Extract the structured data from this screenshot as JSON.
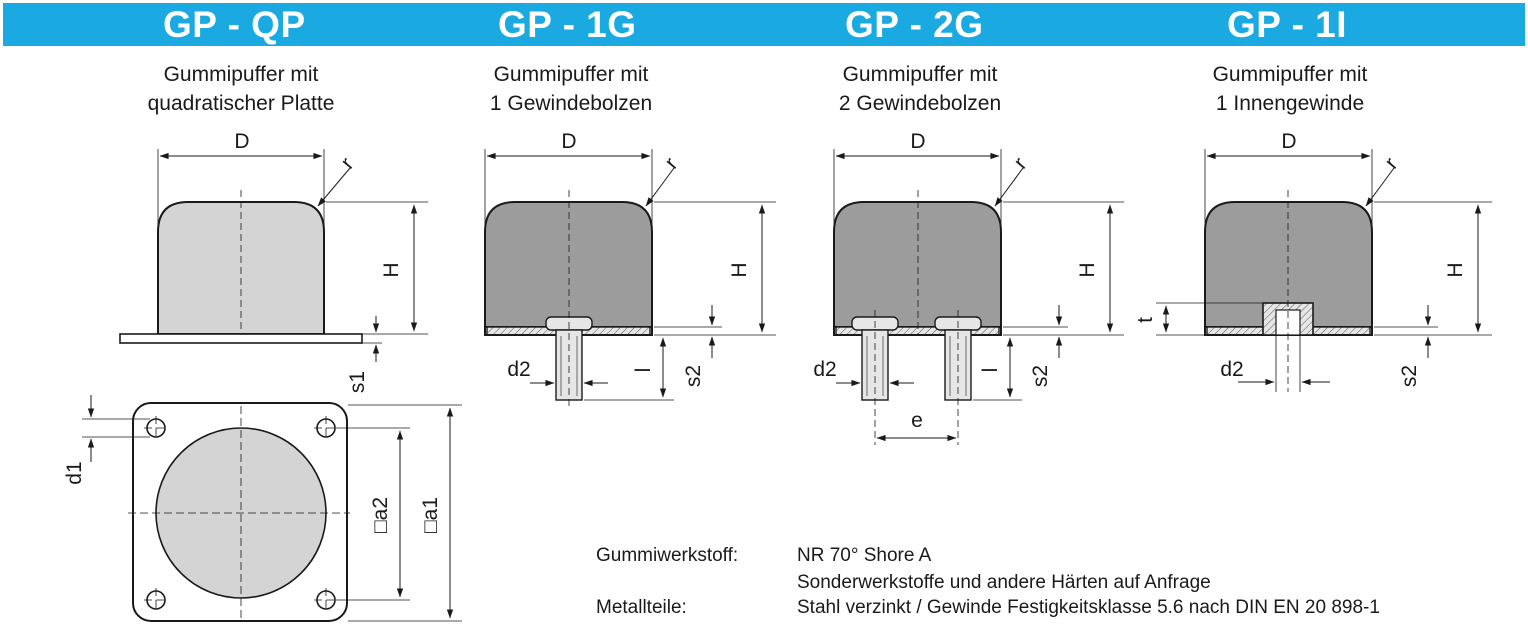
{
  "variants": [
    {
      "code": "GP - QP",
      "desc1": "Gummipuffer mit",
      "desc2": "quadratischer Platte"
    },
    {
      "code": "GP - 1G",
      "desc1": "Gummipuffer mit",
      "desc2": "1 Gewindebolzen"
    },
    {
      "code": "GP - 2G",
      "desc1": "Gummipuffer mit",
      "desc2": "2 Gewindebolzen"
    },
    {
      "code": "GP - 1I",
      "desc1": "Gummipuffer mit",
      "desc2": "1 Innengewinde"
    }
  ],
  "dimension_labels": {
    "D": "D",
    "H": "H",
    "r": "r",
    "s1": "s1",
    "s2": "s2",
    "d1": "d1",
    "d2": "d2",
    "a1": "□a1",
    "a2": "□a2",
    "l": "l",
    "e": "e",
    "t": "t"
  },
  "materials": {
    "rubber_label": "Gummiwerkstoff:",
    "rubber_value": "NR 70° Shore A",
    "rubber_note": "Sonderwerkstoffe und andere Härten auf Anfrage",
    "metal_label": "Metallteile:",
    "metal_value": "Stahl verzinkt / Gewinde Festigkeitsklasse 5.6 nach DIN EN 20 898-1"
  },
  "colors": {
    "header_bg": "#1aa9e1",
    "header_text": "#ffffff",
    "rubber_light": "#d4d4d4",
    "rubber_dark": "#9c9c9c",
    "metal": "#cfcfcf"
  }
}
